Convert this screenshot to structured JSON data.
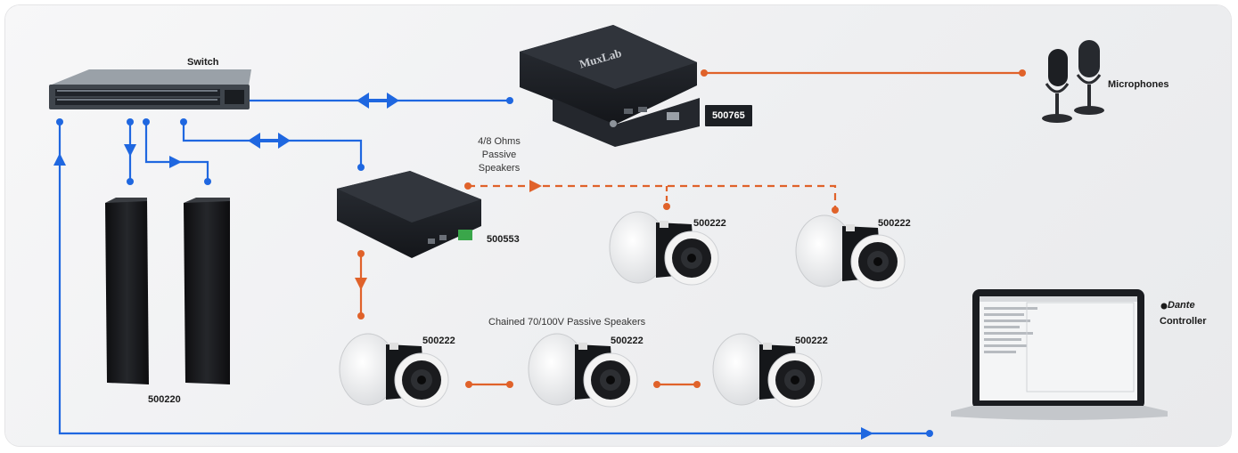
{
  "colors": {
    "network_line": "#1f67e0",
    "audio_line": "#e0622a",
    "device_dark": "#1e2126",
    "speaker_ring": "#ffffff"
  },
  "labels": {
    "switch": "Switch",
    "microphones": "Microphones",
    "passive_speakers_note": "4/8 Ohms\nPassive\nSpeakers",
    "chained_note": "Chained 70/100V Passive Speakers",
    "dante_logo": "Dante",
    "controller": "Controller"
  },
  "devices": {
    "muxlab_brand": "MuxLab",
    "encoder_tag": "500765",
    "amp_tag": "500553",
    "column_speakers": "500220",
    "ceiling_speaker_upper_left": "500222",
    "ceiling_speaker_upper_right": "500222",
    "ceiling_speaker_lower_1": "500222",
    "ceiling_speaker_lower_2": "500222",
    "ceiling_speaker_lower_3": "500222"
  },
  "icons": [
    "network-switch-icon",
    "encoder-device-icon",
    "amplifier-device-icon",
    "microphone-icon",
    "column-speaker-icon",
    "ceiling-speaker-icon",
    "laptop-icon",
    "dante-logo-icon"
  ]
}
